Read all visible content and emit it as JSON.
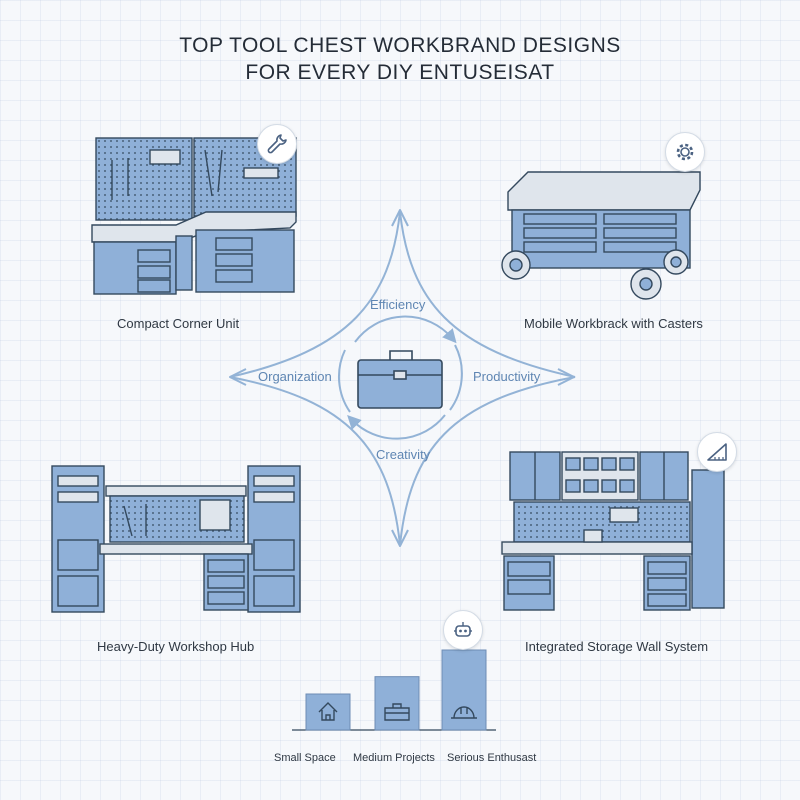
{
  "title": {
    "line1": "TOP TOOL CHEST WORKBRAND DESIGNS",
    "line2": "FOR EVERY DIY ENTUSEISAT"
  },
  "designs": {
    "top_left": "Compact Corner Unit",
    "top_right": "Mobile Workbrack with Casters",
    "bottom_left": "Heavy-Duty Workshop Hub",
    "bottom_right": "Integrated Storage Wall System"
  },
  "cycle": {
    "top": "Efficiency",
    "left": "Organization",
    "right": "Productivity",
    "bottom": "Creativity"
  },
  "bars": {
    "values": [
      1,
      2,
      3
    ],
    "labels": [
      "Small Space",
      "Medium Projects",
      "Serious Enthusast"
    ]
  },
  "colors": {
    "accent": "#8fb0d8",
    "stroke": "#34495e",
    "cycle": "#93b3d6",
    "surface": "#dfe5ec"
  },
  "icons": {
    "top_left": "wrench-icon",
    "top_right": "gear-icon",
    "bottom_right": "square-ruler-icon",
    "bars": "robot-icon",
    "center": "toolbox-icon",
    "bar_icons": [
      "house-icon",
      "toolbox-icon",
      "hard-hat-icon"
    ]
  }
}
